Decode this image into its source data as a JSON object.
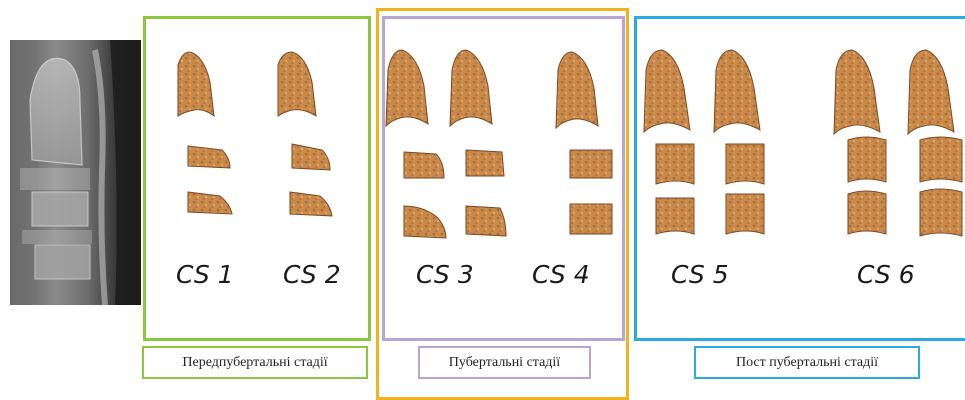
{
  "stages": [
    {
      "label": "CS 1"
    },
    {
      "label": "CS 2"
    },
    {
      "label": "CS 3"
    },
    {
      "label": "CS 4"
    },
    {
      "label": "CS 5"
    },
    {
      "label": "CS 6"
    }
  ],
  "groups": {
    "prepubertal": "Передпубертальні стадії",
    "pubertal": "Пубертальні стадії",
    "postpubertal": "Пост пубертальні стадії"
  },
  "colors": {
    "prepubertal_border": "#8cc63e",
    "pubertal_border": "#b9a4d4",
    "pubertal_outer_border": "#f2b21a",
    "postpubertal_border": "#29abe2",
    "vertebra_fill": "#c98a4b",
    "vertebra_outline": "#7a4a22"
  },
  "icons": {
    "xray": "cervical-spine-xray",
    "vertebra": "vertebra-icon"
  }
}
